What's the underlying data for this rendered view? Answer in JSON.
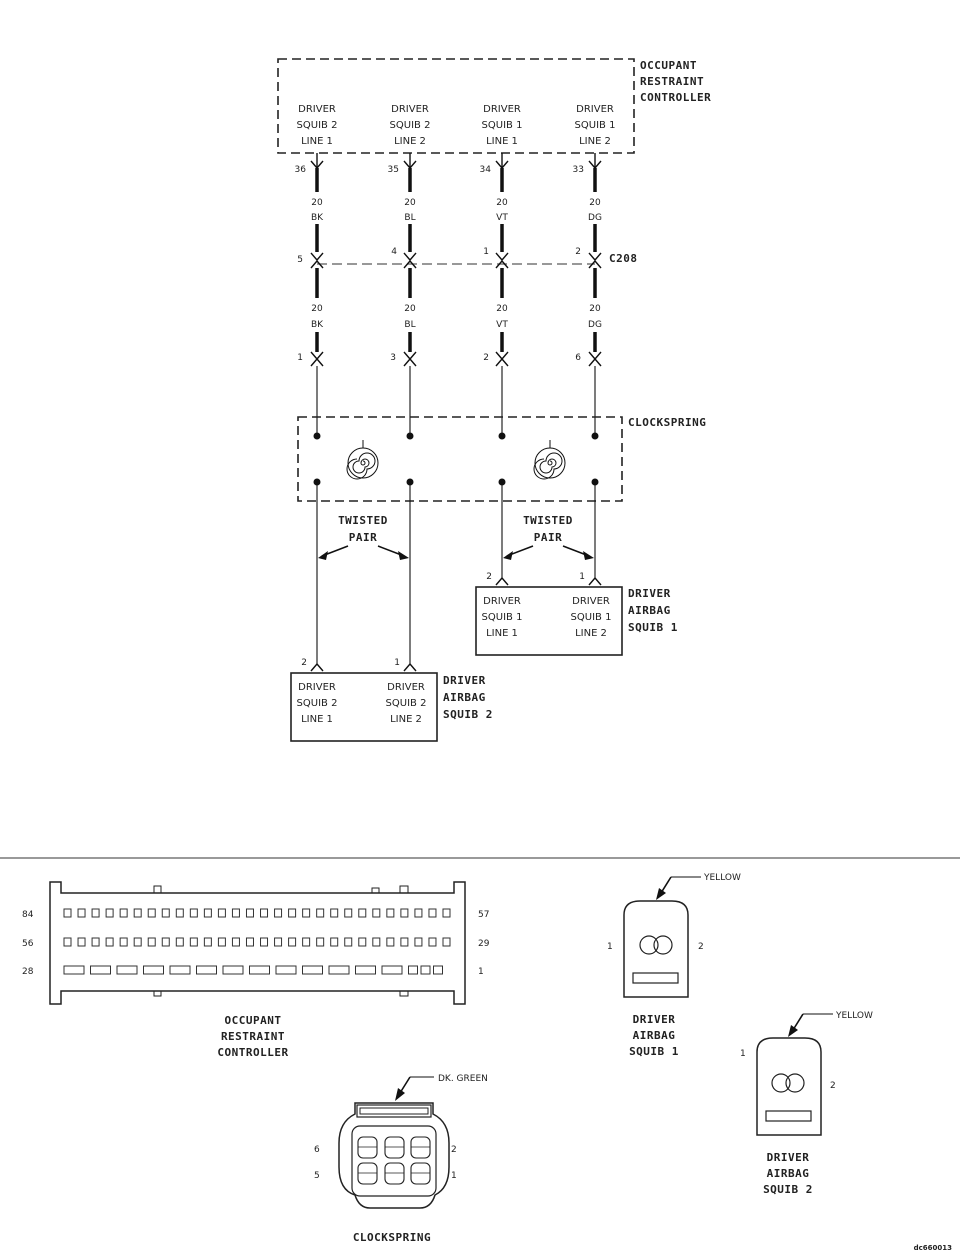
{
  "orc": {
    "title_lines": [
      "OCCUPANT",
      "RESTRAINT",
      "CONTROLLER"
    ],
    "pins": [
      {
        "lines": [
          "DRIVER",
          "SQUIB 2",
          "LINE 1"
        ],
        "cavity": "36"
      },
      {
        "lines": [
          "DRIVER",
          "SQUIB 2",
          "LINE 2"
        ],
        "cavity": "35"
      },
      {
        "lines": [
          "DRIVER",
          "SQUIB 1",
          "LINE 1"
        ],
        "cavity": "34"
      },
      {
        "lines": [
          "DRIVER",
          "SQUIB 1",
          "LINE 2"
        ],
        "cavity": "33"
      }
    ]
  },
  "wires_upper": [
    {
      "gauge": "20",
      "color": "BK"
    },
    {
      "gauge": "20",
      "color": "BL"
    },
    {
      "gauge": "20",
      "color": "VT"
    },
    {
      "gauge": "20",
      "color": "DG"
    }
  ],
  "c208": {
    "label": "C208",
    "cavities": [
      "5",
      "4",
      "1",
      "2"
    ]
  },
  "wires_lower": [
    {
      "gauge": "20",
      "color": "BK"
    },
    {
      "gauge": "20",
      "color": "BL"
    },
    {
      "gauge": "20",
      "color": "VT"
    },
    {
      "gauge": "20",
      "color": "DG"
    }
  ],
  "clockspring": {
    "title": "CLOCKSPRING",
    "cavities": [
      "1",
      "3",
      "2",
      "6"
    ]
  },
  "twisted_pair": {
    "line1": "TWISTED",
    "line2": "PAIR"
  },
  "squib1": {
    "title_lines": [
      "DRIVER",
      "AIRBAG",
      "SQUIB 1"
    ],
    "cavities": [
      "2",
      "1"
    ],
    "pins": [
      {
        "lines": [
          "DRIVER",
          "SQUIB 1",
          "LINE 1"
        ]
      },
      {
        "lines": [
          "DRIVER",
          "SQUIB 1",
          "LINE 2"
        ]
      }
    ]
  },
  "squib2": {
    "title_lines": [
      "DRIVER",
      "AIRBAG",
      "SQUIB 2"
    ],
    "cavities": [
      "2",
      "1"
    ],
    "pins": [
      {
        "lines": [
          "DRIVER",
          "SQUIB 2",
          "LINE 1"
        ]
      },
      {
        "lines": [
          "DRIVER",
          "SQUIB 2",
          "LINE 2"
        ]
      }
    ]
  },
  "connector_views": {
    "orc": {
      "title_lines": [
        "OCCUPANT",
        "RESTRAINT",
        "CONTROLLER"
      ],
      "row_labels_left": [
        "84",
        "56",
        "28"
      ],
      "row_labels_right": [
        "57",
        "29",
        "1"
      ]
    },
    "squib1": {
      "color_label": "YELLOW",
      "pin_left": "1",
      "pin_right": "2",
      "title_lines": [
        "DRIVER",
        "AIRBAG",
        "SQUIB 1"
      ]
    },
    "squib2": {
      "color_label": "YELLOW",
      "pin_left": "1",
      "pin_right": "2",
      "title_lines": [
        "DRIVER",
        "AIRBAG",
        "SQUIB 2"
      ]
    },
    "clockspring": {
      "color_label": "DK. GREEN",
      "pins_left": [
        "6",
        "5"
      ],
      "pins_right": [
        "2",
        "1"
      ],
      "title": "CLOCKSPRING"
    }
  },
  "figure_id": "dc660013"
}
